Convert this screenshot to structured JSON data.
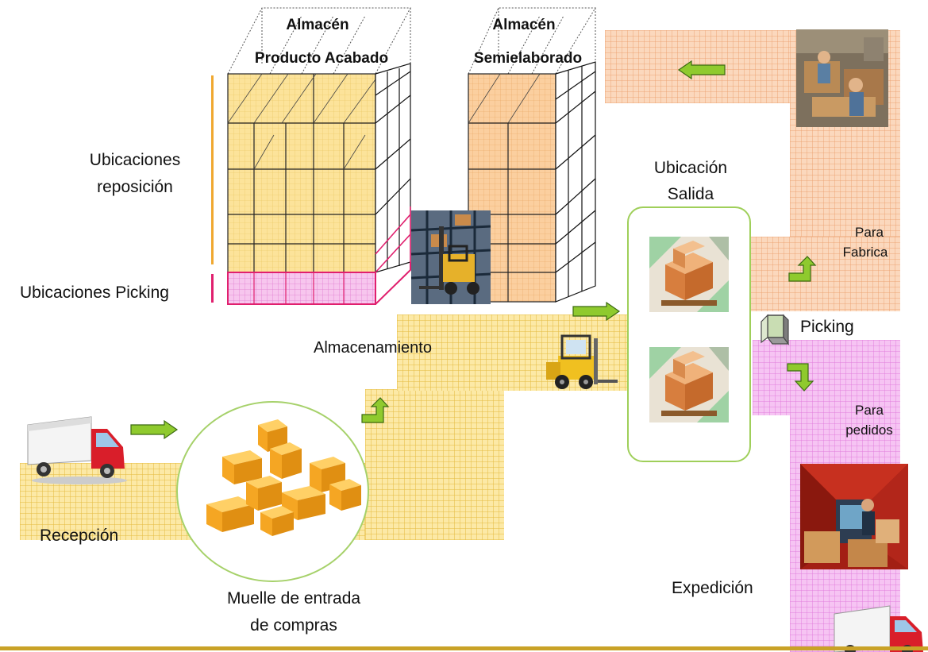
{
  "labels": {
    "warehouse_finished_line1": "Almacén",
    "warehouse_finished_line2": "Producto Acabado",
    "warehouse_semi_line1": "Almacén",
    "warehouse_semi_line2": "Semielaborado",
    "replenishment_line1": "Ubicaciones",
    "replenishment_line2": "reposición",
    "picking_locations": "Ubicaciones Picking",
    "storage": "Almacenamiento",
    "reception": "Recepción",
    "dock_line1": "Muelle de entrada",
    "dock_line2": "de compras",
    "exit_line1": "Ubicación",
    "exit_line2": "Salida",
    "factory_line1": "Para",
    "factory_line2": "Fabrica",
    "picking": "Picking",
    "orders_line1": "Para",
    "orders_line2": "pedidos",
    "shipping": "Expedición"
  },
  "colors": {
    "yellow_zone": "#fce9a6",
    "orange_zone": "#fbd8bd",
    "pink_zone": "#f6c4f3",
    "arrow_green": "#8fca2e",
    "replenishment_bar": "#f0a830",
    "picking_bar": "#e0206e",
    "bottom_line": "#c9a227"
  }
}
